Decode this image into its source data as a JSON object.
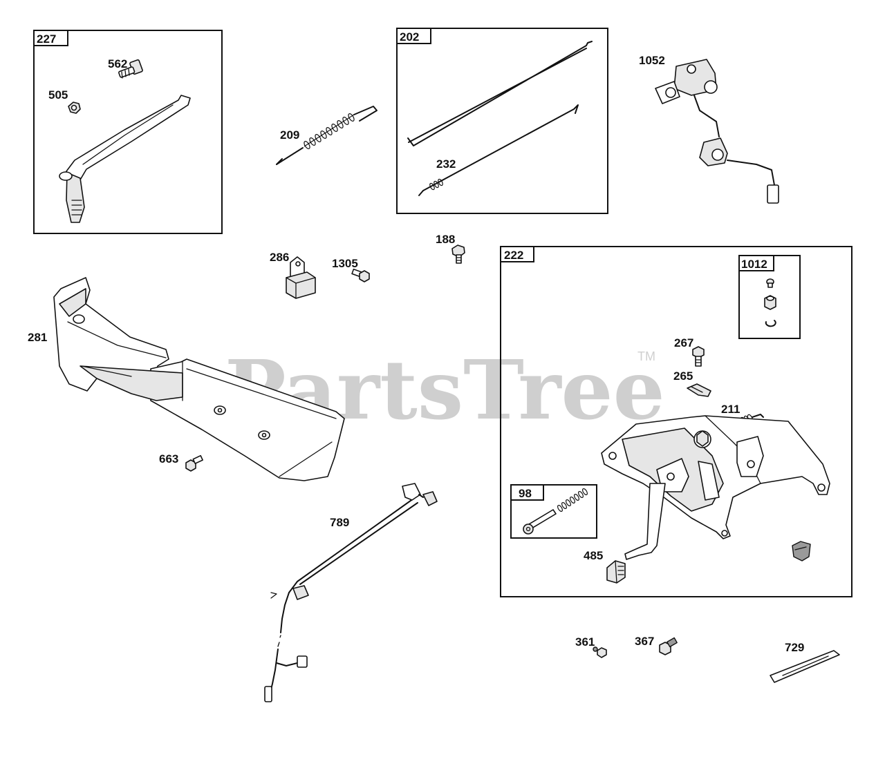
{
  "watermark": {
    "text": "PartsTree",
    "trademark": "TM"
  },
  "groups": [
    {
      "id": "227"
    },
    {
      "id": "202"
    },
    {
      "id": "222"
    },
    {
      "id": "1012"
    },
    {
      "id": "98"
    }
  ],
  "callouts": {
    "p562": "562",
    "p505": "505",
    "p209": "209",
    "p232": "232",
    "p1052": "1052",
    "p188": "188",
    "p286": "286",
    "p1305": "1305",
    "p281": "281",
    "p663": "663",
    "p789": "789",
    "p267": "267",
    "p265": "265",
    "p211": "211",
    "p485": "485",
    "p361": "361",
    "p367": "367",
    "p729": "729"
  },
  "colors": {
    "line": "#111111",
    "watermark": "#cfcfcf",
    "background": "#ffffff"
  }
}
